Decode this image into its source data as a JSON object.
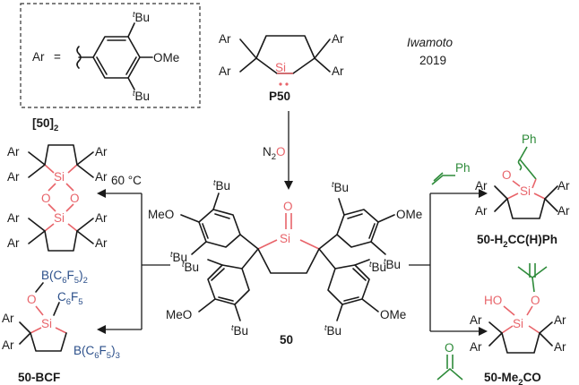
{
  "colors": {
    "silicon_oxygen": "#e8646a",
    "organic_reagent": "#2e8b3a",
    "boron_reagent": "#2b4f8a",
    "text": "#1a1a1a"
  },
  "legend": {
    "ar": "Ar",
    "equals": "=",
    "tbu": "Bu",
    "t": "t",
    "ome": "OMe"
  },
  "citation": {
    "author": "Iwamoto",
    "year": "2019"
  },
  "labels": {
    "p50": "P50",
    "dimer_main": "[50]",
    "dimer_sub": "2",
    "n2o_n": "N",
    "n2o_2": "2",
    "n2o_o": "O",
    "center": "50",
    "bcf": "50-BCF",
    "styrene_prefix": "50-H",
    "styrene_2": "2",
    "styrene_suffix": "CC(H)Ph",
    "acetone_prefix": "50-Me",
    "acetone_2": "2",
    "acetone_suffix": "CO"
  },
  "conditions": {
    "heat": "60 °C",
    "styrene_ph": "Ph",
    "acetone_o": "O"
  },
  "atoms": {
    "si": "Si",
    "o": "O",
    "ar": "Ar",
    "ph": "Ph",
    "ho": "HO",
    "meo": "MeO",
    "ome": "OMe",
    "bu": "Bu",
    "t": "t"
  },
  "borane": {
    "b_c6f5_2": "B(C",
    "b_c6f5_2_sub": "6",
    "b_c6f5_2_f": "F",
    "b_c6f5_2_fsub": "5",
    "b_c6f5_2_tail": ")",
    "b_c6f5_2_tailsub": "2",
    "c6f5_c": "C",
    "c6f5_6": "6",
    "c6f5_f": "F",
    "c6f5_5": "5",
    "bcf_b": "B(C",
    "bcf_6": "6",
    "bcf_f": "F",
    "bcf_5": "5",
    "bcf_close": ")",
    "bcf_3": "3"
  }
}
